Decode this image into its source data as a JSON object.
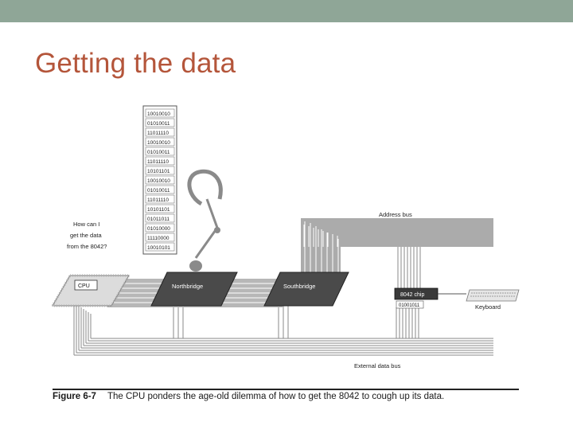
{
  "slide": {
    "title": "Getting the data"
  },
  "figure": {
    "question": [
      "How can I",
      "get the data",
      "from the 8042?"
    ],
    "memory_rows": [
      "10010010",
      "01010011",
      "11011110",
      "10010010",
      "01010011",
      "11011110",
      "10101101",
      "10010010",
      "01010011",
      "11011110",
      "10101101",
      "01011011",
      "01010000",
      "11110000",
      "10010101"
    ],
    "cpu_label": "CPU",
    "northbridge_label": "Northbridge",
    "southbridge_label": "Southbridge",
    "chip_label": "8042 chip",
    "chip_data": "01001011",
    "keyboard_label": "Keyboard",
    "address_bus_label": "Address bus",
    "external_bus_label": "External data bus"
  },
  "caption": {
    "figure_number": "Figure 6-7",
    "text": "The CPU ponders the age-old dilemma of how to get the 8042 to cough up its data."
  },
  "colors": {
    "top_bar": "#8fa697",
    "title": "#b4553a",
    "chip_dark": "#4a4a4a",
    "bus_gray": "#a9a9a9"
  }
}
